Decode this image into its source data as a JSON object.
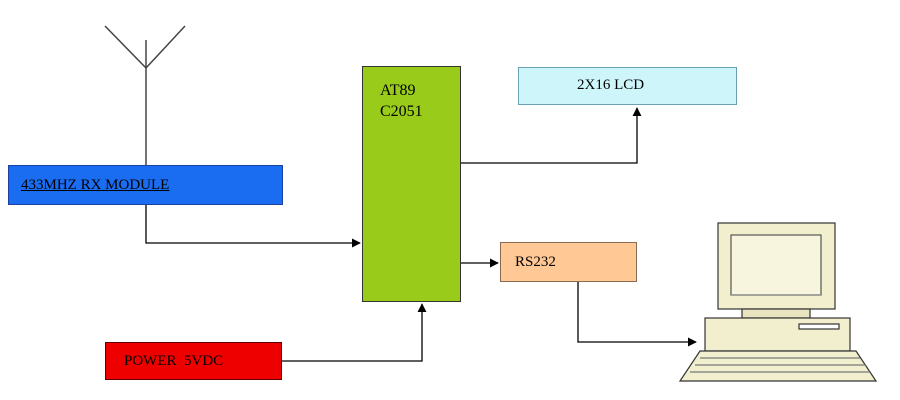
{
  "blocks": {
    "rx_module": {
      "label": "433MHZ RX MODULE",
      "color": "#1a6cf0"
    },
    "mcu": {
      "label": "AT89\nC2051",
      "color": "#99cc1a"
    },
    "lcd": {
      "label": "2X16 LCD",
      "color": "#cdf5fa"
    },
    "rs232": {
      "label": "RS232",
      "color": "#ffc895"
    },
    "power": {
      "label": "POWER  5VDC",
      "color": "#ee0000"
    }
  },
  "icons": {
    "antenna": "antenna-icon",
    "computer": "desktop-computer-icon"
  }
}
